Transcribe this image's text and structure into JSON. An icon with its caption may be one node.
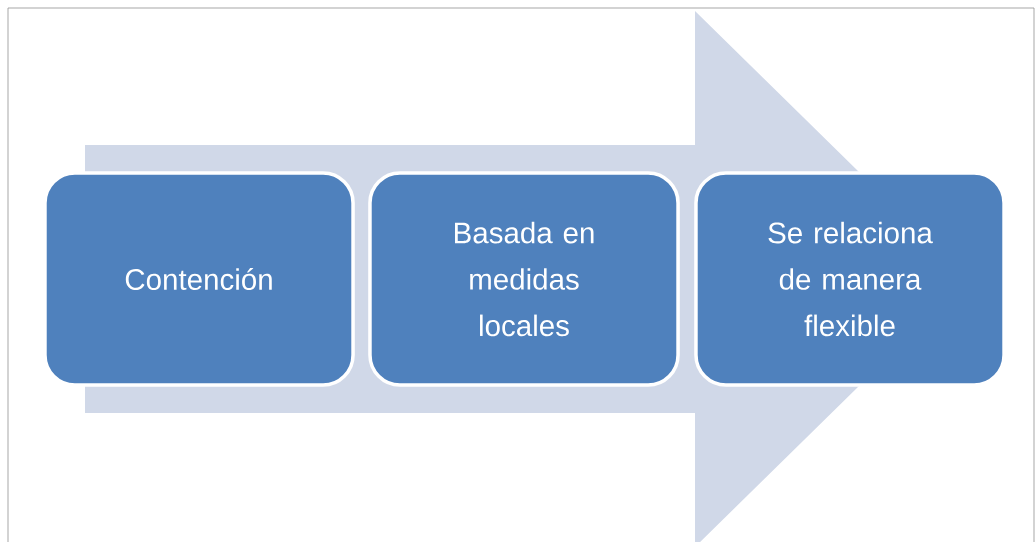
{
  "diagram": {
    "nodes": [
      {
        "text": [
          "Contención"
        ]
      },
      {
        "text": [
          "Basada en medidas locales"
        ]
      },
      {
        "text": [
          "Se relaciona de manera flexible"
        ]
      }
    ],
    "edges": [
      {
        "from": 0,
        "to": 2,
        "arrow": "to"
      }
    ]
  }
}
